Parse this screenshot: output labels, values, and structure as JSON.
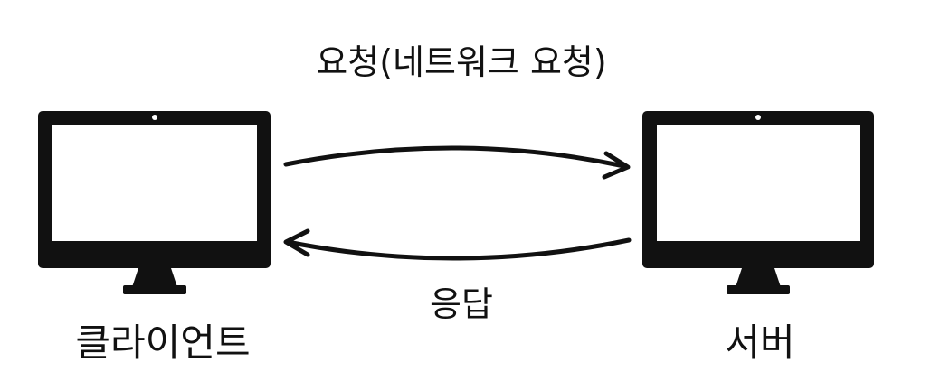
{
  "labels": {
    "request": "요청(네트워크 요청)",
    "response": "응답",
    "client": "클라이언트",
    "server": "서버"
  },
  "colors": {
    "ink": "#111111",
    "screen": "#ffffff",
    "background": "#ffffff"
  },
  "icons": {
    "client": "computer-monitor-icon",
    "server": "computer-monitor-icon"
  }
}
